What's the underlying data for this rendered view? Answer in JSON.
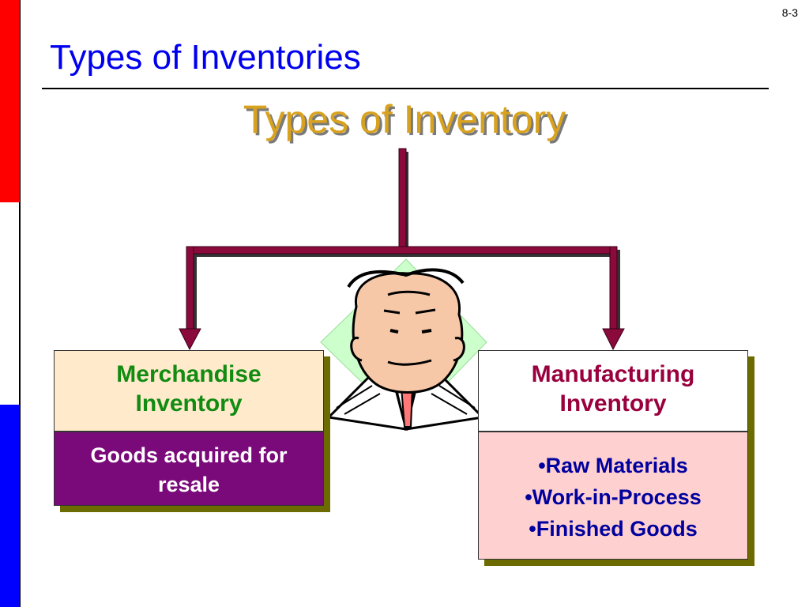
{
  "slide": {
    "number": "8-3",
    "title": "Types of Inventories"
  },
  "diagram": {
    "heading": "Types of Inventory",
    "merchandise": {
      "title_line1": "Merchandise",
      "title_line2": "Inventory",
      "desc_line1": "Goods acquired for",
      "desc_line2": "resale"
    },
    "manufacturing": {
      "title_line1": "Manufacturing",
      "title_line2": "Inventory",
      "items": [
        "•Raw Materials",
        "•Work-in-Process",
        "•Finished Goods"
      ]
    }
  },
  "colors": {
    "slide_title": "#0000ee",
    "heading": "#d9a21e",
    "connector": "#8b0a3c",
    "merch_title": "#118b11",
    "merch_header_bg": "#ffebcc",
    "merch_body_bg": "#7a0a7a",
    "mfg_title": "#99003d",
    "mfg_body_bg": "#ffd0d0",
    "mfg_items": "#00009e",
    "stripe_top": "#ff0000",
    "stripe_bottom": "#0000ff"
  },
  "icons": {
    "clipart": "thinking-man-clipart-icon",
    "arrows": "arrow-down-icon"
  }
}
